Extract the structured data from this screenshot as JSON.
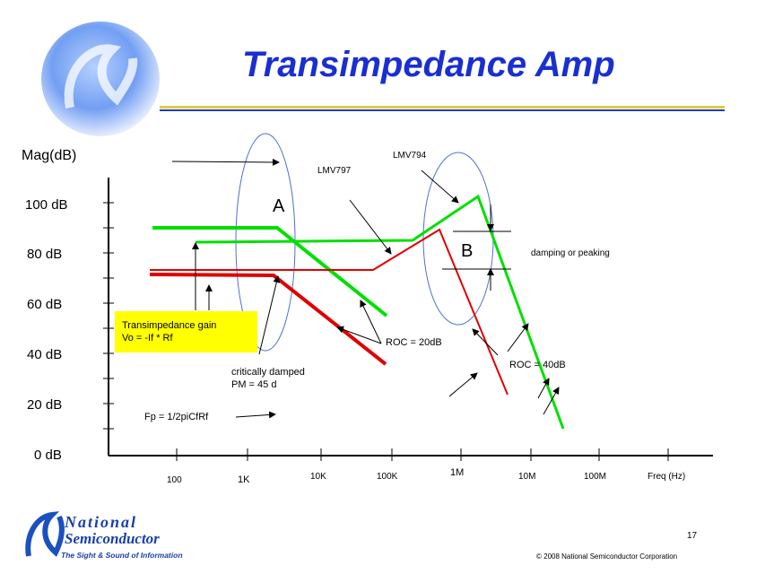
{
  "slide": {
    "title": "Transimpedance Amp",
    "page_number": "17",
    "copyright": "© 2008 National Semiconductor Corporation"
  },
  "logo": {
    "line1": "National",
    "line2": "Semiconductor",
    "tagline": "The Sight & Sound of Information"
  },
  "axes": {
    "ylabel": "Mag(dB)",
    "xlabel": "Freq (Hz)",
    "yticks": [
      "100 dB",
      "80 dB",
      "60 dB",
      "40 dB",
      "20 dB",
      "0 dB"
    ],
    "xticks": [
      "100",
      "1K",
      "10K",
      "100K",
      "1M",
      "10M",
      "100M"
    ]
  },
  "labels": {
    "region_a": "A",
    "region_b": "B",
    "lmv797": "LMV797",
    "lmv794": "LMV794",
    "damping": "damping or peaking",
    "roc20": "ROC = 20dB",
    "roc40": "ROC = 40dB",
    "crit_line1": "critically damped",
    "crit_line2": "PM = 45 d",
    "fp": "Fp = 1/2piCfRf",
    "gain_line1": "Transimpedance gain",
    "gain_line2": "Vo = -If * Rf"
  },
  "colors": {
    "title": "#1a2fd0",
    "green": "#00e000",
    "red": "#e00000",
    "ellipse": "#5070d0",
    "highlight": "#ffff00"
  }
}
